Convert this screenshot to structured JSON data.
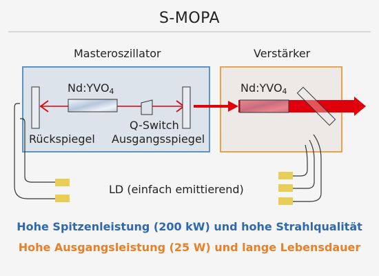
{
  "title": "S-MOPA",
  "master_oscillator": {
    "label": "Masteroszillator",
    "crystal_label": "Nd:YVO",
    "crystal_subscript": "4",
    "rear_mirror_label": "Rückspiegel",
    "qswitch_label": "Q-Switch",
    "output_mirror_label": "Ausgangsspiegel"
  },
  "amplifier": {
    "label": "Verstärker",
    "crystal_label": "Nd:YVO",
    "crystal_subscript": "4"
  },
  "pump": {
    "label": "LD (einfach emittierend)"
  },
  "features": {
    "line1": "Hohe Spitzenleistung (200 kW) und hohe Strahlqualität",
    "line2": "Hohe Ausgangsleistung (25 W) und lange Lebensdauer"
  },
  "colors": {
    "master_box_border": "#5b93c4",
    "master_box_fill": "#dde3ea",
    "amp_box_border": "#eca24a",
    "amp_box_fill": "#ece9e6",
    "beam": "#e0000b",
    "laser_diode": "#e8cd56",
    "title_rule": "#bbbbbb",
    "feature1": "#2f68ad",
    "feature2": "#e6812a"
  }
}
